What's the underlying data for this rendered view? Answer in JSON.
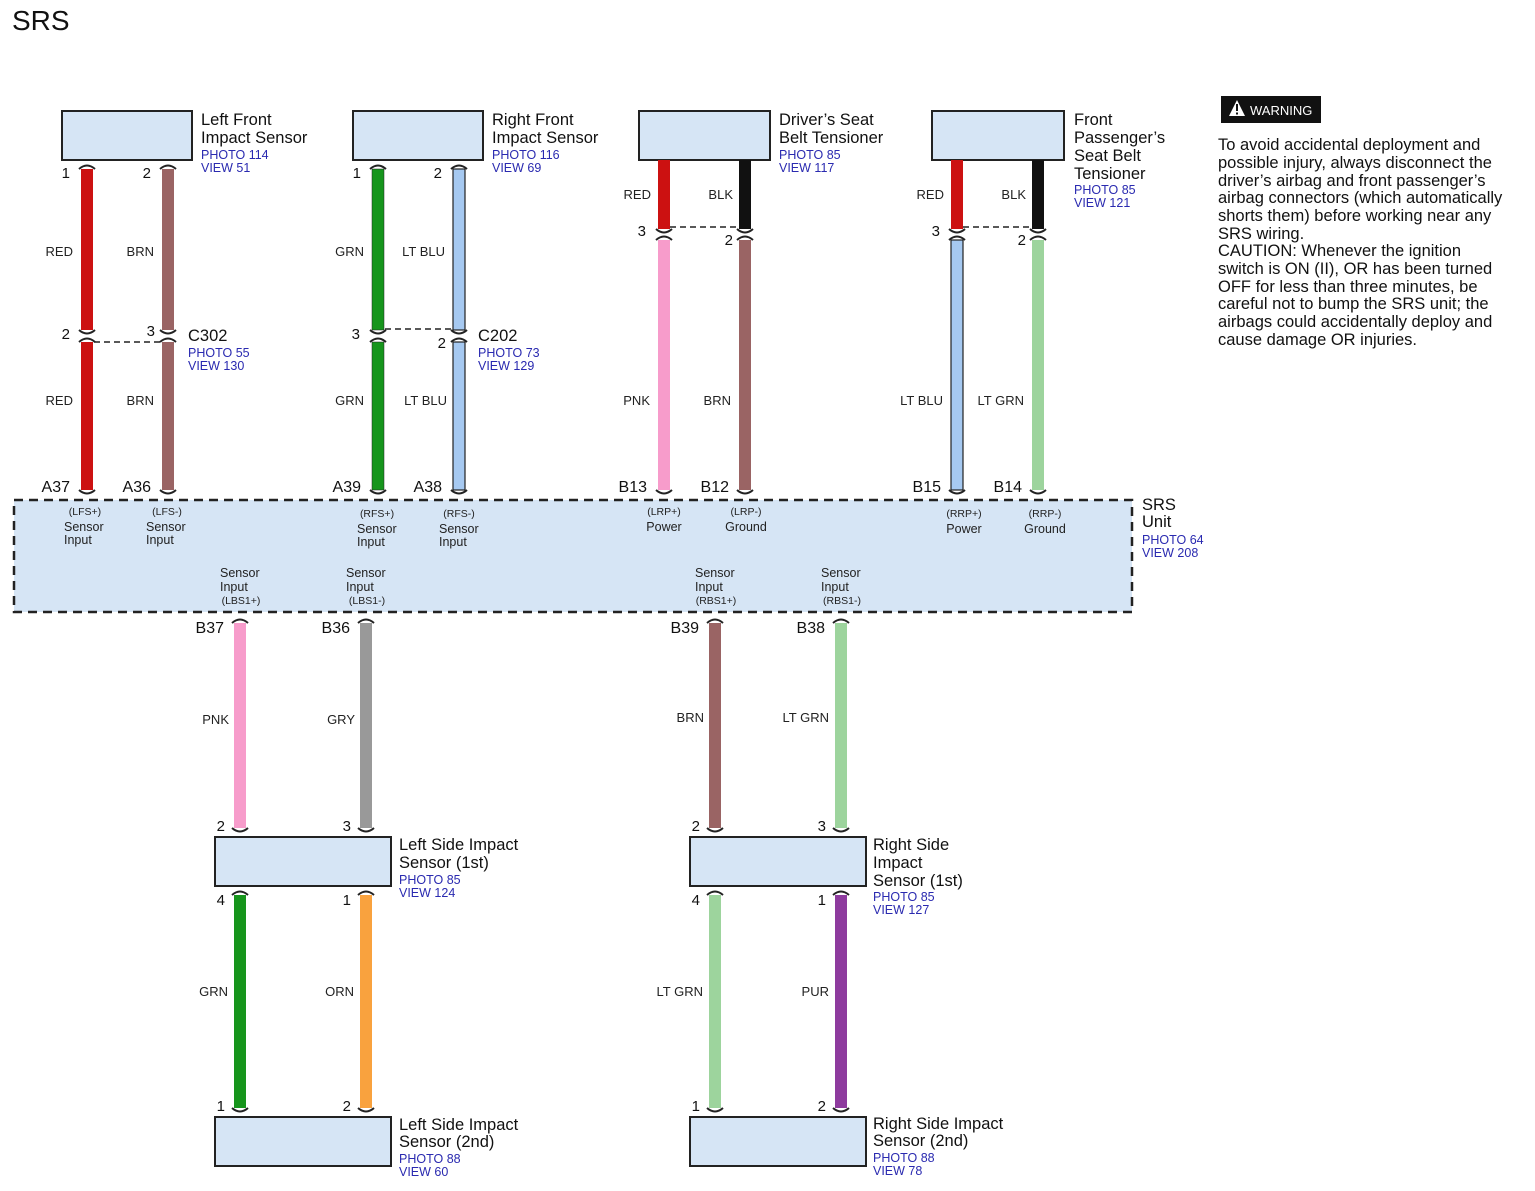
{
  "title": "SRS",
  "components": {
    "left_front_sensor": {
      "name_lines": [
        "Left Front",
        "Impact Sensor"
      ],
      "photo": "PHOTO 114",
      "view": "VIEW 51"
    },
    "right_front_sensor": {
      "name_lines": [
        "Right Front",
        "Impact Sensor"
      ],
      "photo": "PHOTO 116",
      "view": "VIEW 69"
    },
    "driver_tensioner": {
      "name_lines": [
        "Driver’s Seat",
        "Belt Tensioner"
      ],
      "photo": "PHOTO 85",
      "view": "VIEW 117"
    },
    "passenger_tensioner": {
      "name_lines": [
        "Front",
        "Passenger’s",
        "Seat Belt",
        "Tensioner"
      ],
      "photo": "PHOTO 85",
      "view": "VIEW 121"
    },
    "left_side_1st": {
      "name_lines": [
        "Left Side Impact",
        "Sensor (1st)"
      ],
      "photo": "PHOTO 85",
      "view": "VIEW 124"
    },
    "right_side_1st": {
      "name_lines": [
        "Right Side",
        "Impact",
        "Sensor (1st)"
      ],
      "photo": "PHOTO 85",
      "view": "VIEW 127"
    },
    "left_side_2nd": {
      "name_lines": [
        "Left Side Impact",
        "Sensor (2nd)"
      ],
      "photo": "PHOTO 88",
      "view": "VIEW 60"
    },
    "right_side_2nd": {
      "name_lines": [
        "Right Side Impact",
        "Sensor (2nd)"
      ],
      "photo": "PHOTO 88",
      "view": "VIEW 78"
    },
    "srs_unit": {
      "name_lines": [
        "SRS",
        "Unit"
      ],
      "photo": "PHOTO 64",
      "view": "VIEW 208"
    }
  },
  "connectors": {
    "c302": {
      "name": "C302",
      "photo": "PHOTO 55",
      "view": "VIEW 130"
    },
    "c202": {
      "name": "C202",
      "photo": "PHOTO 73",
      "view": "VIEW 129"
    }
  },
  "wires": [
    {
      "id": "lfs_plus_upper",
      "color_name": "RED",
      "color": "#cc1111",
      "pin_top": "1",
      "pin_bottom": "2"
    },
    {
      "id": "lfs_plus_lower",
      "color_name": "RED",
      "color": "#cc1111"
    },
    {
      "id": "lfs_minus_upper",
      "color_name": "BRN",
      "color": "#9a6464",
      "pin_top": "2",
      "pin_bottom": "3"
    },
    {
      "id": "lfs_minus_lower",
      "color_name": "BRN",
      "color": "#9a6464"
    },
    {
      "id": "rfs_plus_upper",
      "color_name": "GRN",
      "color": "#16951c",
      "pin_top": "1",
      "pin_bottom": "3"
    },
    {
      "id": "rfs_plus_lower",
      "color_name": "GRN",
      "color": "#16951c"
    },
    {
      "id": "rfs_minus_upper",
      "color_name": "LT BLU",
      "color": "#a6c9f1",
      "pin_top": "2",
      "pin_bottom": "2"
    },
    {
      "id": "rfs_minus_lower",
      "color_name": "LT BLU",
      "color": "#a6c9f1"
    },
    {
      "id": "lrp_plus_upper",
      "color_name": "RED",
      "color": "#cc1111",
      "pin_bottom": "3"
    },
    {
      "id": "lrp_plus_lower",
      "color_name": "PNK",
      "color": "#f79ccb"
    },
    {
      "id": "lrp_minus_upper",
      "color_name": "BLK",
      "color": "#111111",
      "pin_bottom": "2"
    },
    {
      "id": "lrp_minus_lower",
      "color_name": "BRN",
      "color": "#9a6464"
    },
    {
      "id": "rrp_plus_upper",
      "color_name": "RED",
      "color": "#cc1111",
      "pin_bottom": "3"
    },
    {
      "id": "rrp_plus_lower",
      "color_name": "LT BLU",
      "color": "#a6c9f1"
    },
    {
      "id": "rrp_minus_upper",
      "color_name": "BLK",
      "color": "#111111",
      "pin_bottom": "2"
    },
    {
      "id": "rrp_minus_lower",
      "color_name": "LT GRN",
      "color": "#9dd49d"
    },
    {
      "id": "lbs1_plus",
      "color_name": "PNK",
      "color": "#f79ccb",
      "pin_bottom": "2"
    },
    {
      "id": "lbs1_minus",
      "color_name": "GRY",
      "color": "#999999",
      "pin_bottom": "3"
    },
    {
      "id": "rbs1_plus",
      "color_name": "BRN",
      "color": "#9a6464",
      "pin_bottom": "2"
    },
    {
      "id": "rbs1_minus",
      "color_name": "LT GRN",
      "color": "#9dd49d",
      "pin_bottom": "3"
    },
    {
      "id": "lbs2_a",
      "color_name": "GRN",
      "color": "#16951c",
      "pin_top": "4",
      "pin_bottom": "1"
    },
    {
      "id": "lbs2_b",
      "color_name": "ORN",
      "color": "#f9a23e",
      "pin_top": "1",
      "pin_bottom": "2"
    },
    {
      "id": "rbs2_a",
      "color_name": "LT GRN",
      "color": "#9dd49d",
      "pin_top": "4",
      "pin_bottom": "1"
    },
    {
      "id": "rbs2_b",
      "color_name": "PUR",
      "color": "#8e3b9e",
      "pin_top": "1",
      "pin_bottom": "2"
    }
  ],
  "terminals": {
    "top": [
      {
        "id": "A37",
        "signal": "(LFS+)",
        "desc_lines": [
          "Sensor",
          "Input"
        ]
      },
      {
        "id": "A36",
        "signal": "(LFS-)",
        "desc_lines": [
          "Sensor",
          "Input"
        ]
      },
      {
        "id": "A39",
        "signal": "(RFS+)",
        "desc_lines": [
          "Sensor",
          "Input"
        ]
      },
      {
        "id": "A38",
        "signal": "(RFS-)",
        "desc_lines": [
          "Sensor",
          "Input"
        ]
      },
      {
        "id": "B13",
        "signal": "(LRP+)",
        "desc_lines": [
          "Power"
        ]
      },
      {
        "id": "B12",
        "signal": "(LRP-)",
        "desc_lines": [
          "Ground"
        ]
      },
      {
        "id": "B15",
        "signal": "(RRP+)",
        "desc_lines": [
          "Power"
        ]
      },
      {
        "id": "B14",
        "signal": "(RRP-)",
        "desc_lines": [
          "Ground"
        ]
      }
    ],
    "bottom": [
      {
        "id": "B37",
        "signal": "(LBS1+)",
        "desc_lines": [
          "Sensor",
          "Input"
        ]
      },
      {
        "id": "B36",
        "signal": "(LBS1-)",
        "desc_lines": [
          "Sensor",
          "Input"
        ]
      },
      {
        "id": "B39",
        "signal": "(RBS1+)",
        "desc_lines": [
          "Sensor",
          "Input"
        ]
      },
      {
        "id": "B38",
        "signal": "(RBS1-)",
        "desc_lines": [
          "Sensor",
          "Input"
        ]
      }
    ]
  },
  "warning": {
    "label": "WARNING",
    "lines": [
      "To avoid accidental deployment and",
      "possible injury, always disconnect the",
      "driver’s airbag and front passenger’s",
      "airbag connectors (which automatically",
      "shorts them) before working near any",
      "SRS wiring.",
      "CAUTION: Whenever the ignition",
      "switch is ON (II), OR has been turned",
      "OFF for less than three minutes, be",
      "careful not to bump the SRS unit; the",
      "airbags could accidentally deploy and",
      "cause damage OR injuries."
    ]
  },
  "colors": {
    "box_fill": "#d6e5f5",
    "link": "#2a2ab0",
    "line": "#111111"
  }
}
